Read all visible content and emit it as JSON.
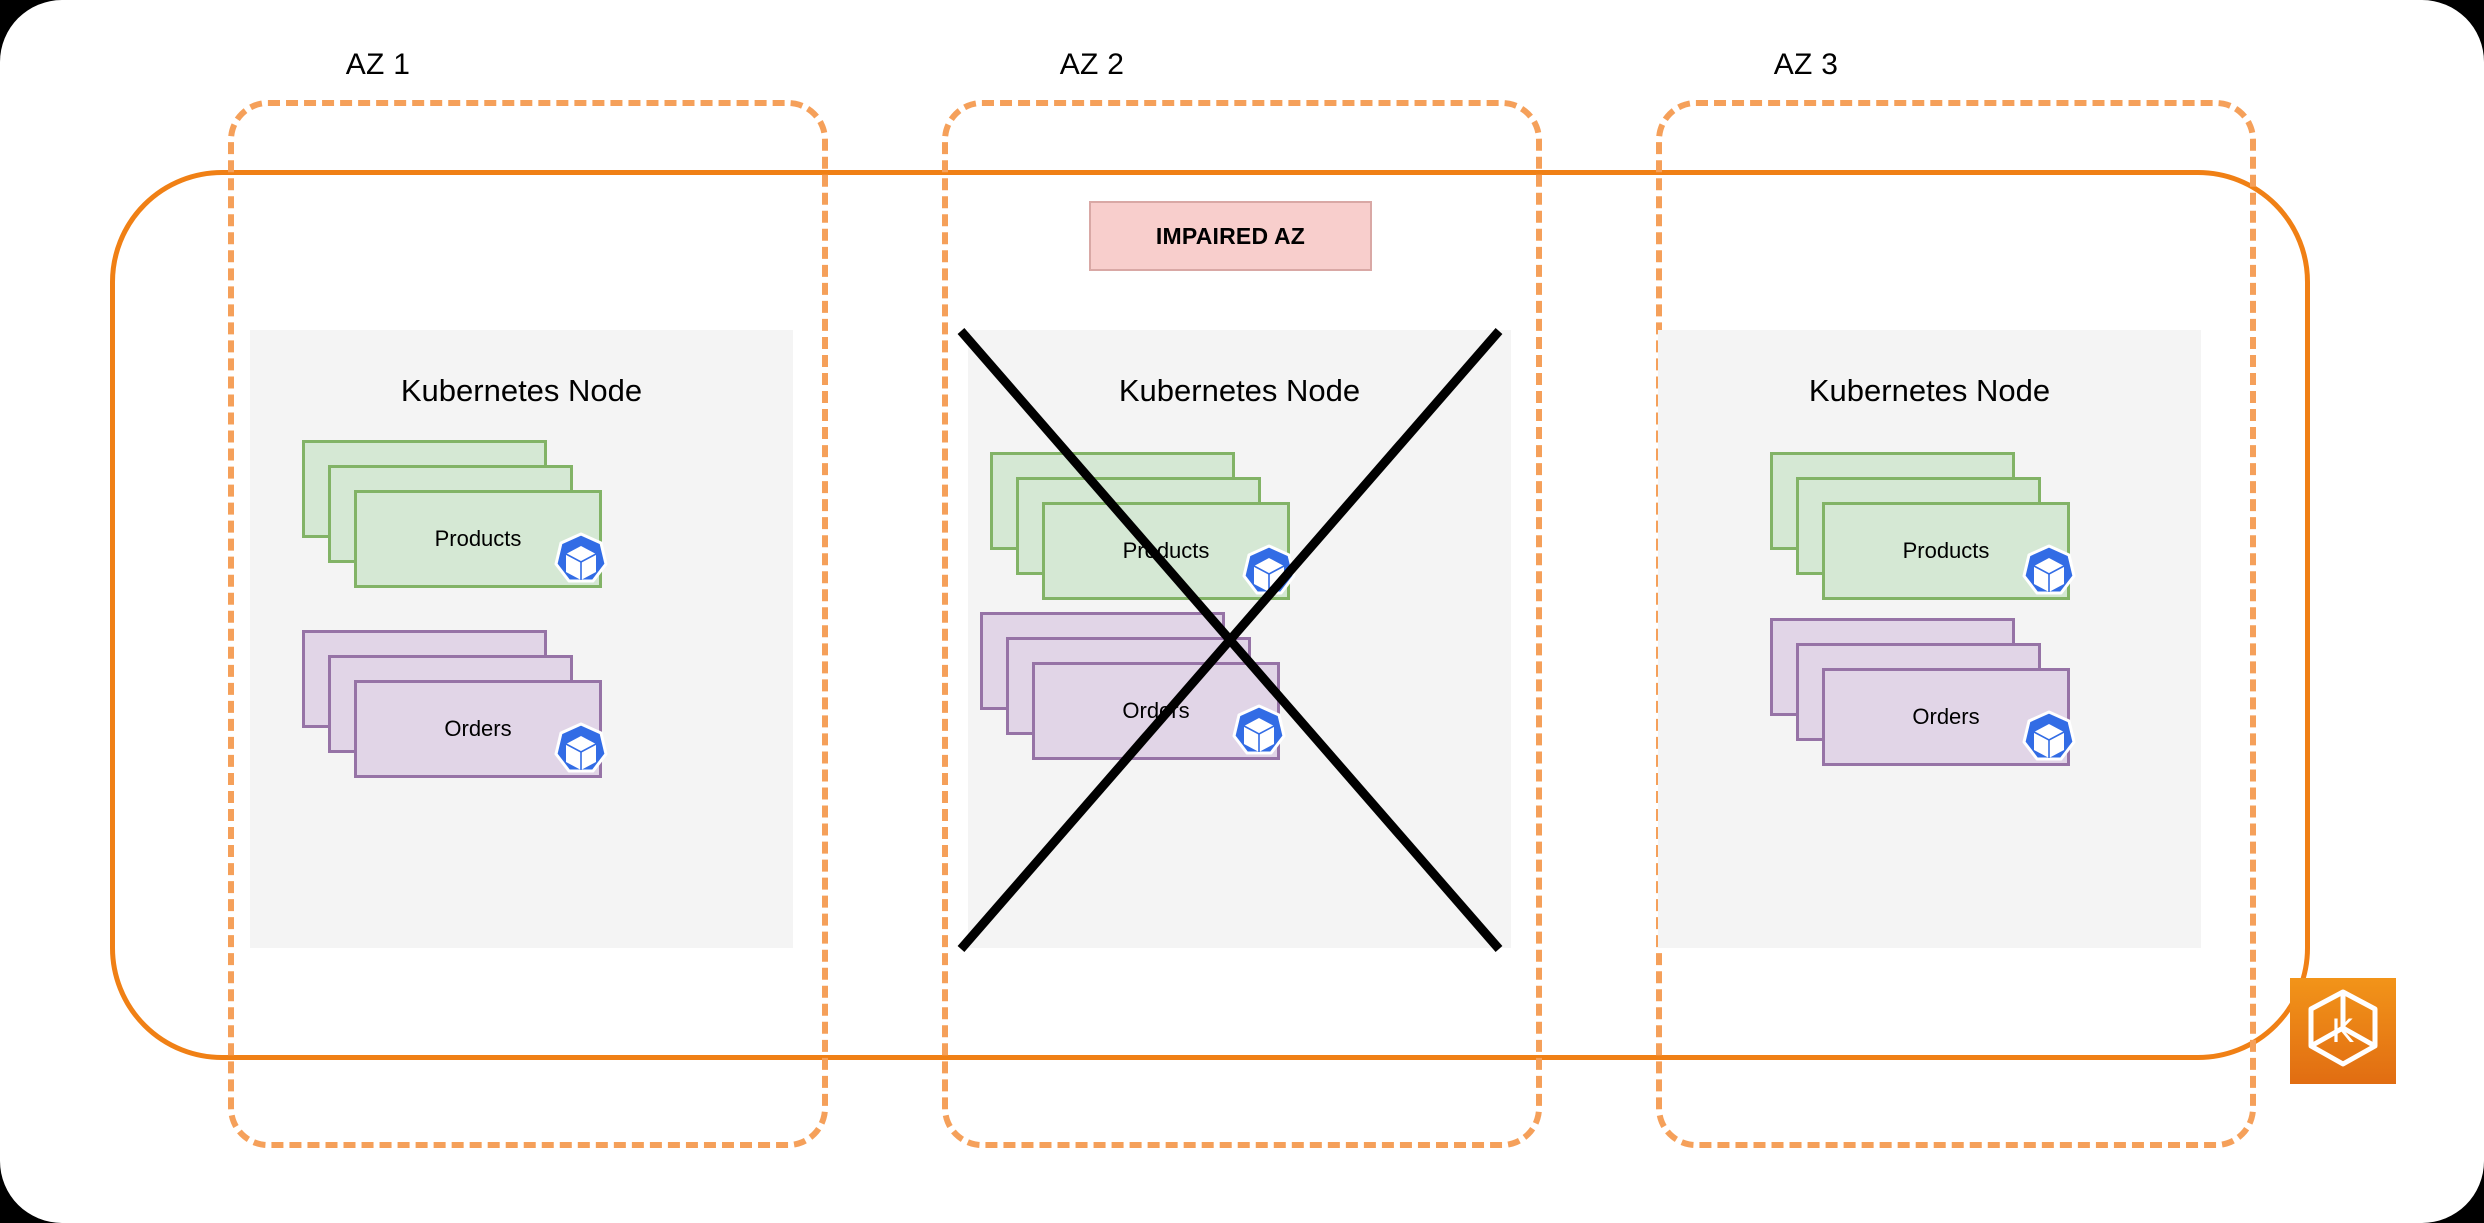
{
  "diagram": {
    "title": "EKS multi-AZ resilience with impaired availability zone",
    "colors": {
      "cluster_border": "#f08015",
      "az_border": "#f5a05a",
      "node_panel": "#f4f4f4",
      "pod_green_fill": "#d5e8d4",
      "pod_green_border": "#82b366",
      "pod_purple_fill": "#e1d5e7",
      "pod_purple_border": "#9673a6",
      "impaired_fill": "#f8cecc",
      "impaired_border": "#d9a8a5",
      "kubernetes_blue": "#326ce5",
      "eks_orange": "#ed8022",
      "failure_cross": "#000000",
      "page_background": "#ffffff",
      "outer_background": "#000000"
    },
    "zones": [
      {
        "id": "az1",
        "label": "AZ 1",
        "impaired": false,
        "node": {
          "title": "Kubernetes Node",
          "workloads": [
            {
              "label": "Products",
              "color": "green",
              "replicas": 3,
              "icon": "kubernetes-icon"
            },
            {
              "label": "Orders",
              "color": "purple",
              "replicas": 3,
              "icon": "kubernetes-icon"
            }
          ]
        }
      },
      {
        "id": "az2",
        "label": "AZ 2",
        "impaired": true,
        "impaired_label": "IMPAIRED AZ",
        "node": {
          "title": "Kubernetes Node",
          "workloads": [
            {
              "label": "Products",
              "color": "green",
              "replicas": 3,
              "icon": "kubernetes-icon"
            },
            {
              "label": "Orders",
              "color": "purple",
              "replicas": 3,
              "icon": "kubernetes-icon"
            }
          ]
        }
      },
      {
        "id": "az3",
        "label": "AZ 3",
        "impaired": false,
        "node": {
          "title": "Kubernetes Node",
          "workloads": [
            {
              "label": "Products",
              "color": "green",
              "replicas": 3,
              "icon": "kubernetes-icon"
            },
            {
              "label": "Orders",
              "color": "purple",
              "replicas": 3,
              "icon": "kubernetes-icon"
            }
          ]
        }
      }
    ],
    "logo": {
      "name": "eks-logo",
      "letter": "K"
    }
  }
}
